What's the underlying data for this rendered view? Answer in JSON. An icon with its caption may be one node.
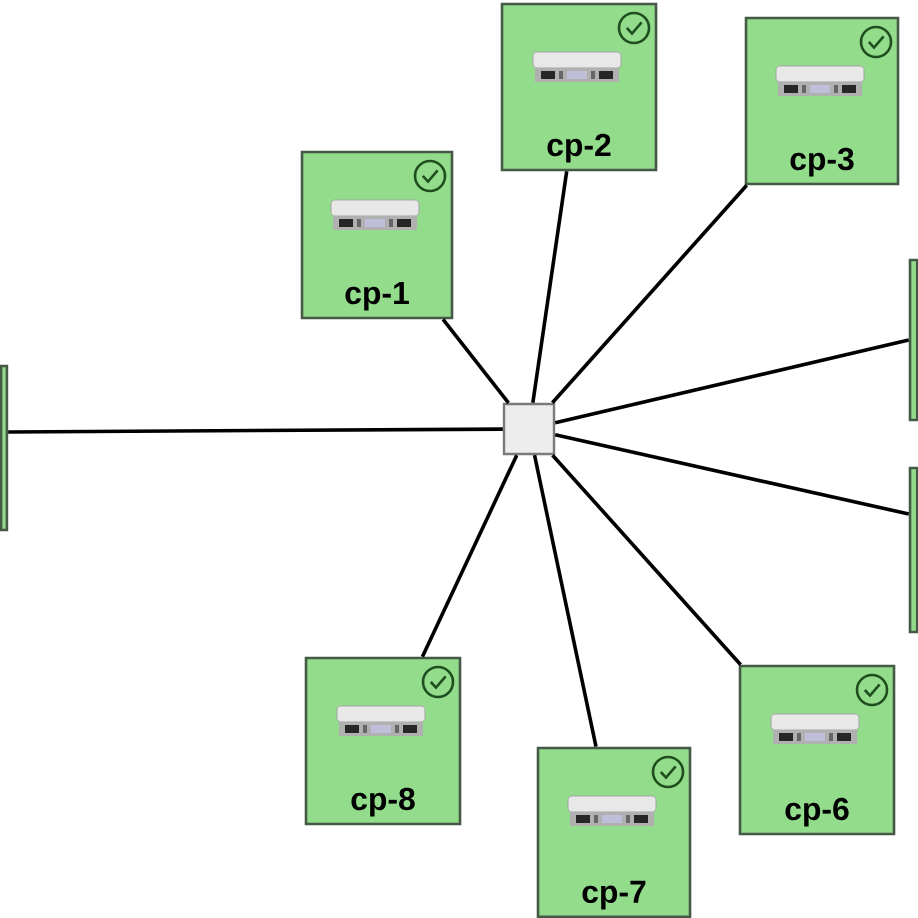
{
  "diagram": {
    "nodes": [
      {
        "text": [
          "cp-2"
        ]
      },
      {
        "text": [
          "cp-3"
        ]
      },
      {
        "text": [
          "cp-1"
        ]
      },
      {
        "text": [],
        "shape": "box"
      },
      {
        "text": [],
        "shape": "box"
      },
      {
        "text": [],
        "shape": "box"
      },
      {
        "text": [],
        "shape": "box"
      },
      {
        "text": [
          "cp-8"
        ]
      },
      {
        "text": [
          "cp-6"
        ]
      },
      {
        "text": [
          "cp-7"
        ]
      }
    ],
    "edges": [
      {
        "from": 5,
        "to": 0,
        "arrow": "none"
      },
      {
        "from": 5,
        "to": 1,
        "arrow": "none"
      },
      {
        "from": 5,
        "to": 2,
        "arrow": "none"
      },
      {
        "from": 5,
        "to": 3,
        "arrow": "none"
      },
      {
        "from": 5,
        "to": 4,
        "arrow": "none"
      },
      {
        "from": 5,
        "to": 6,
        "arrow": "none"
      },
      {
        "from": 5,
        "to": 7,
        "arrow": "none"
      },
      {
        "from": 5,
        "to": 8,
        "arrow": "none"
      },
      {
        "from": 5,
        "to": 9,
        "arrow": "none"
      }
    ]
  }
}
